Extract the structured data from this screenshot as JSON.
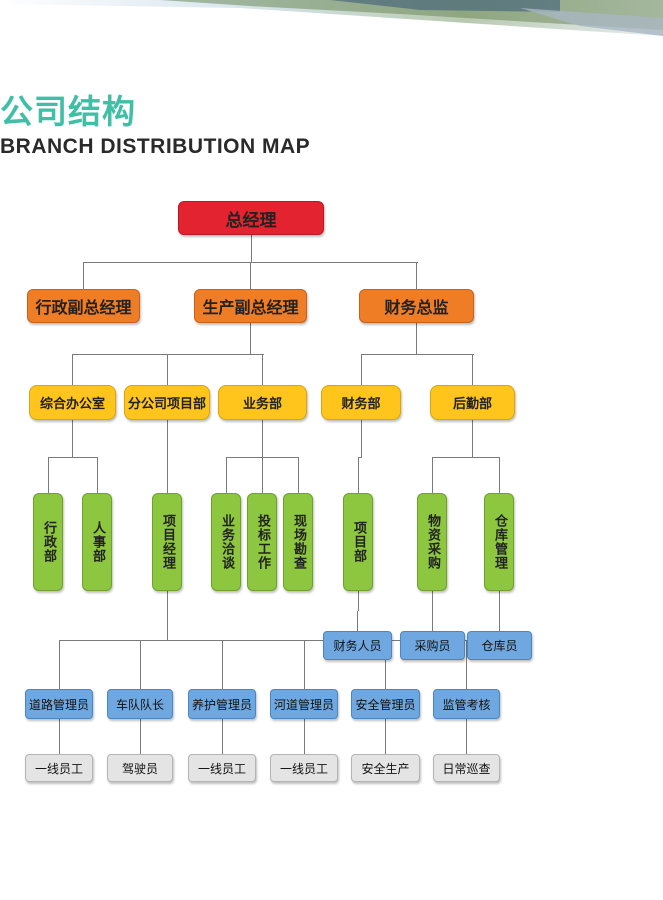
{
  "title_cn": "公司结构",
  "title_en": "BRANCH DISTRIBUTION MAP",
  "colors": {
    "title_teal": "#3fbfa6",
    "level_top": "#e3232f",
    "level_vp": "#ef7d26",
    "level_dept": "#ffc51c",
    "level_unit": "#8dc63f",
    "level_staff": "#6fa8e0",
    "level_worker": "#e4e4e4",
    "connector": "#7a7a7a"
  },
  "nodes": [
    {
      "id": "gm",
      "label": "总经理",
      "level": "top"
    },
    {
      "id": "admin_vp",
      "label": "行政副总经理",
      "level": "vp"
    },
    {
      "id": "prod_vp",
      "label": "生产副总经理",
      "level": "vp"
    },
    {
      "id": "finance_director",
      "label": "财务总监",
      "level": "vp"
    },
    {
      "id": "general_office",
      "label": "综合办公室",
      "level": "dept"
    },
    {
      "id": "branch_project",
      "label": "分公司项目部",
      "level": "dept"
    },
    {
      "id": "business_dept",
      "label": "业务部",
      "level": "dept"
    },
    {
      "id": "finance_dept",
      "label": "财务部",
      "level": "dept"
    },
    {
      "id": "logistics_dept",
      "label": "后勤部",
      "level": "dept"
    },
    {
      "id": "admin_unit",
      "label": "行政部",
      "level": "unit"
    },
    {
      "id": "hr_unit",
      "label": "人事部",
      "level": "unit"
    },
    {
      "id": "project_manager",
      "label": "项目经理",
      "level": "unit"
    },
    {
      "id": "negotiation",
      "label": "业务洽谈",
      "level": "unit"
    },
    {
      "id": "bidding",
      "label": "投标工作",
      "level": "unit"
    },
    {
      "id": "site_survey",
      "label": "现场勘查",
      "level": "unit"
    },
    {
      "id": "project_unit",
      "label": "项目部",
      "level": "unit"
    },
    {
      "id": "procurement",
      "label": "物资采购",
      "level": "unit"
    },
    {
      "id": "warehouse_mgmt",
      "label": "仓库管理",
      "level": "unit"
    },
    {
      "id": "finance_staff",
      "label": "财务人员",
      "level": "staff"
    },
    {
      "id": "purchaser",
      "label": "采购员",
      "level": "staff"
    },
    {
      "id": "warehouse_keeper",
      "label": "仓库员",
      "level": "staff"
    },
    {
      "id": "road_manager",
      "label": "道路管理员",
      "level": "field"
    },
    {
      "id": "fleet_captain",
      "label": "车队队长",
      "level": "field"
    },
    {
      "id": "maintenance_manager",
      "label": "养护管理员",
      "level": "field"
    },
    {
      "id": "river_manager",
      "label": "河道管理员",
      "level": "field"
    },
    {
      "id": "safety_manager",
      "label": "安全管理员",
      "level": "field"
    },
    {
      "id": "supervision",
      "label": "监管考核",
      "level": "field"
    },
    {
      "id": "worker_1",
      "label": "一线员工",
      "level": "worker"
    },
    {
      "id": "driver",
      "label": "驾驶员",
      "level": "worker"
    },
    {
      "id": "worker_2",
      "label": "一线员工",
      "level": "worker"
    },
    {
      "id": "worker_3",
      "label": "一线员工",
      "level": "worker"
    },
    {
      "id": "safe_production",
      "label": "安全生产",
      "level": "worker"
    },
    {
      "id": "daily_patrol",
      "label": "日常巡查",
      "level": "worker"
    }
  ],
  "edges": [
    [
      "gm",
      "admin_vp"
    ],
    [
      "gm",
      "prod_vp"
    ],
    [
      "gm",
      "finance_director"
    ],
    [
      "prod_vp",
      "general_office"
    ],
    [
      "prod_vp",
      "branch_project"
    ],
    [
      "prod_vp",
      "business_dept"
    ],
    [
      "finance_director",
      "finance_dept"
    ],
    [
      "finance_director",
      "logistics_dept"
    ],
    [
      "general_office",
      "admin_unit"
    ],
    [
      "general_office",
      "hr_unit"
    ],
    [
      "branch_project",
      "project_manager"
    ],
    [
      "business_dept",
      "negotiation"
    ],
    [
      "business_dept",
      "bidding"
    ],
    [
      "business_dept",
      "site_survey"
    ],
    [
      "finance_dept",
      "project_unit"
    ],
    [
      "logistics_dept",
      "procurement"
    ],
    [
      "logistics_dept",
      "warehouse_mgmt"
    ],
    [
      "project_unit",
      "finance_staff"
    ],
    [
      "procurement",
      "purchaser"
    ],
    [
      "warehouse_mgmt",
      "warehouse_keeper"
    ],
    [
      "project_manager",
      "road_manager"
    ],
    [
      "project_manager",
      "fleet_captain"
    ],
    [
      "project_manager",
      "maintenance_manager"
    ],
    [
      "project_manager",
      "river_manager"
    ],
    [
      "project_manager",
      "safety_manager"
    ],
    [
      "project_manager",
      "supervision"
    ],
    [
      "road_manager",
      "worker_1"
    ],
    [
      "fleet_captain",
      "driver"
    ],
    [
      "maintenance_manager",
      "worker_2"
    ],
    [
      "river_manager",
      "worker_3"
    ],
    [
      "safety_manager",
      "safe_production"
    ],
    [
      "supervision",
      "daily_patrol"
    ]
  ]
}
